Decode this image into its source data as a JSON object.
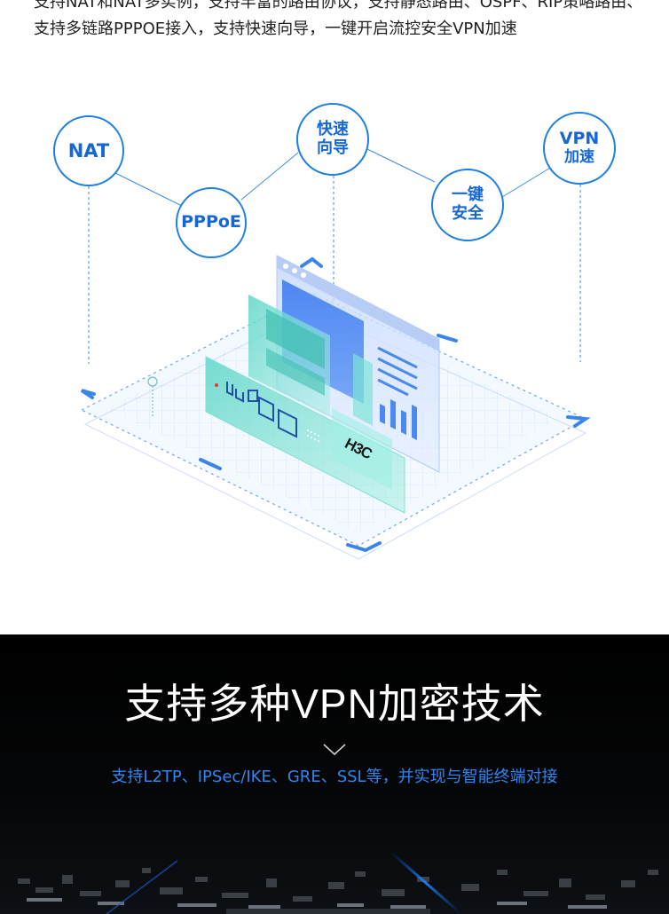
{
  "intro": {
    "text": "支持NAT和NAT多实例，支持丰富的路由协议，支持静态路由、OSPF、RIP策略路由、支持多链路PPPOE接入，支持快速向导，一键开启流控安全VPN加速"
  },
  "bubbles": {
    "nat": "NAT",
    "pppoe": "PPPoE",
    "wizard_l1": "快速",
    "wizard_l2": "向导",
    "onekey_l1": "一键",
    "onekey_l2": "安全",
    "vpn_l1": "VPN",
    "vpn_l2": "加速"
  },
  "device": {
    "logo": "H3C"
  },
  "vpn_section": {
    "title": "支持多种VPN加密技术",
    "subtitle": "支持L2TP、IPSec/IKE、GRE、SSL等，并实现与智能终端对接",
    "chevron_icon": "chevron-down-icon"
  },
  "colors": {
    "accent_blue": "#1e7fe0",
    "bubble_text": "#1667d6",
    "panel_cyan": "#5fd6c8",
    "subtitle_blue": "#2f86f2",
    "dark_bg": "#000000"
  }
}
